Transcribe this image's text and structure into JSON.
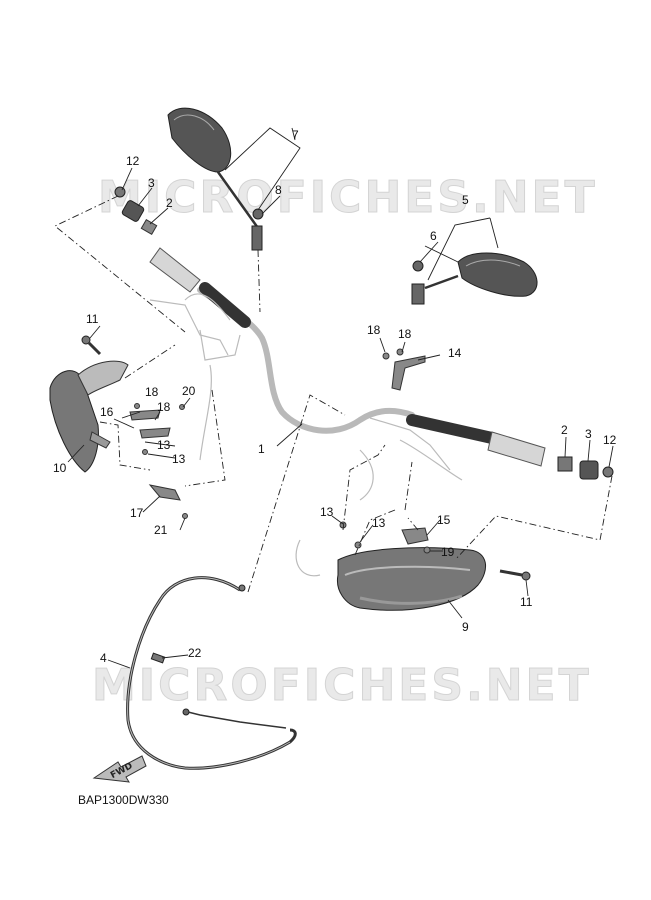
{
  "diagram": {
    "code": "BAP1300DW330",
    "fwd_label": "FWD",
    "watermarks": [
      "MICROFICHES.NET",
      "MICROFICHES.NET"
    ],
    "callouts": [
      "1",
      "2",
      "2",
      "3",
      "3",
      "4",
      "5",
      "6",
      "7",
      "8",
      "9",
      "10",
      "11",
      "11",
      "12",
      "12",
      "13",
      "13",
      "13",
      "13",
      "14",
      "15",
      "16",
      "17",
      "18",
      "18",
      "18",
      "18",
      "19",
      "20",
      "21",
      "22"
    ]
  },
  "colors": {
    "part_fill": "#9b9b9b",
    "part_dark": "#6f6f6f",
    "outline": "#333333",
    "watermark": "#e6e6e6"
  }
}
